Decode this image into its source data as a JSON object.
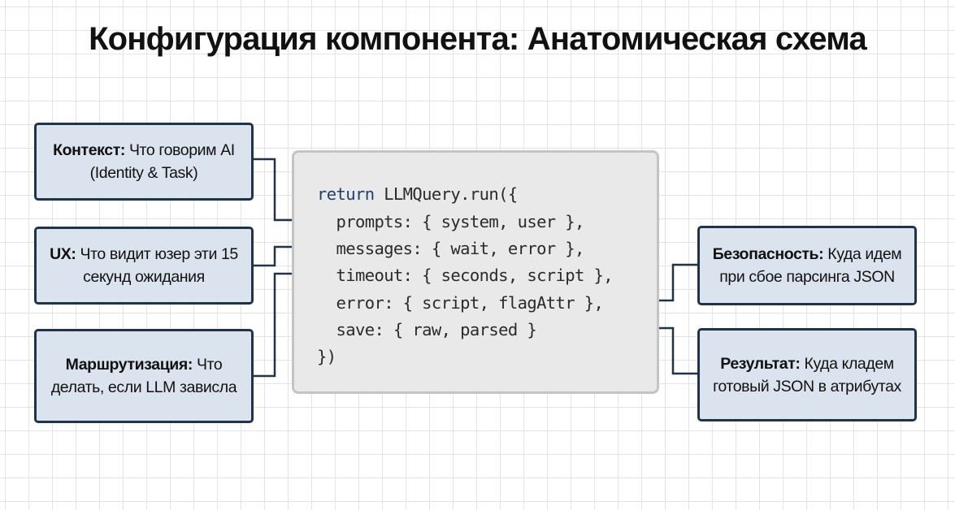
{
  "title": "Конфигурация компонента: Анатомическая схема",
  "code": {
    "lines": [
      {
        "keyword": "return",
        "text": " LLMQuery.run({"
      },
      {
        "keyword": "",
        "text": "  prompts: { system, user },"
      },
      {
        "keyword": "",
        "text": "  messages: { wait, error },"
      },
      {
        "keyword": "",
        "text": "  timeout: { seconds, script },"
      },
      {
        "keyword": "",
        "text": "  error: { script, flagAttr },"
      },
      {
        "keyword": "",
        "text": "  save: { raw, parsed }"
      },
      {
        "keyword": "",
        "text": "})"
      }
    ]
  },
  "annotations": {
    "context": {
      "label": "Контекст:",
      "text": " Что говорим AI (Identity & Task)"
    },
    "ux": {
      "label": "UX:",
      "text": " Что видит юзер эти 15 секунд ожидания"
    },
    "routing": {
      "label": "Маршрутизация:",
      "text": " Что делать, если LLM зависла"
    },
    "safety": {
      "label": "Безопасность:",
      "text": " Куда идем при сбое парсинга JSON"
    },
    "result": {
      "label": "Результат:",
      "text": " Куда кладем готовый JSON в атрибутах"
    }
  },
  "colors": {
    "box_fill": "#dbe4ee",
    "box_border": "#1f3448",
    "code_panel": "#e9e9e9",
    "code_border": "#c4c4c4",
    "keyword": "#1f3f6b"
  }
}
